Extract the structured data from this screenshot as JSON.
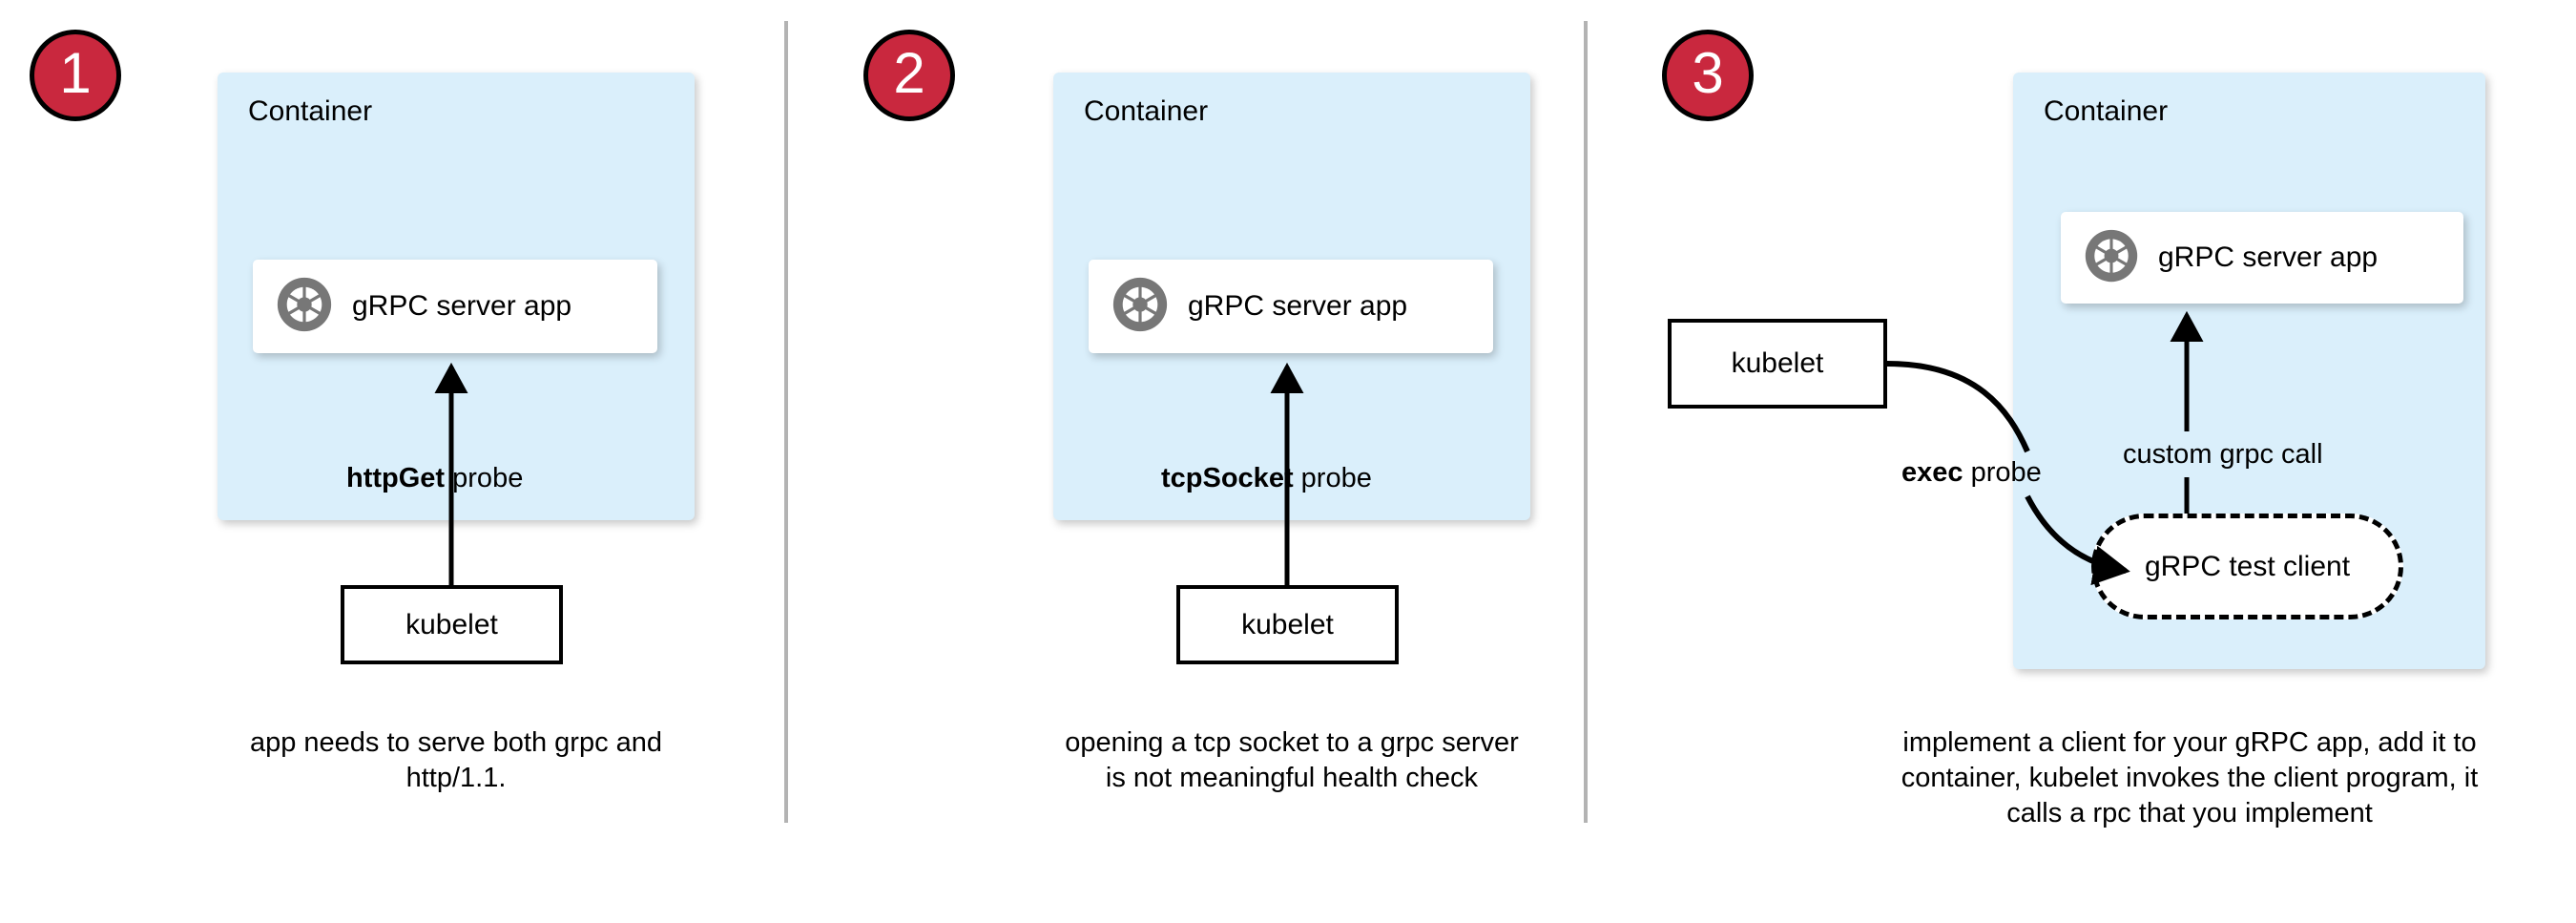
{
  "theme": {
    "badge_fill": "#c9283e",
    "badge_stroke": "#000000",
    "badge_text": "#ffffff",
    "container_fill": "#daeffb",
    "card_fill": "#ffffff",
    "stroke": "#000000",
    "divider": "#b3b3b3",
    "grpc_icon_color": "#777777",
    "page_background": "#ffffff"
  },
  "panels": [
    {
      "badge_number": "1",
      "container_label": "Container",
      "app_label": "gRPC server app",
      "app_icon": "grpc-aperture-icon",
      "probe_label_strong": "httpGet",
      "probe_label_rest": " probe",
      "kubelet_label": "kubelet",
      "caption": "app needs to serve both grpc and http/1.1."
    },
    {
      "badge_number": "2",
      "container_label": "Container",
      "app_label": "gRPC server app",
      "app_icon": "grpc-aperture-icon",
      "probe_label_strong": "tcpSocket",
      "probe_label_rest": " probe",
      "kubelet_label": "kubelet",
      "caption": "opening a tcp socket to a grpc server is not meaningful health check"
    },
    {
      "badge_number": "3",
      "container_label": "Container",
      "app_label": "gRPC server app",
      "app_icon": "grpc-aperture-icon",
      "probe_label_strong": "exec",
      "probe_label_rest": " probe",
      "kubelet_label": "kubelet",
      "client_label": "gRPC test client",
      "call_label": "custom grpc call",
      "caption": "implement a client for your gRPC app, add it to container, kubelet invokes the client program, it calls a rpc that you implement"
    }
  ]
}
